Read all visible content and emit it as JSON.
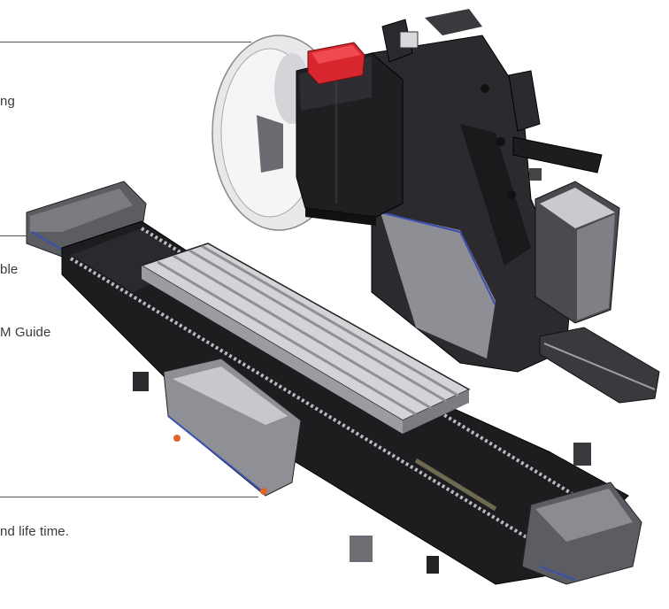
{
  "callouts": {
    "c1": "ng",
    "c2": "ble",
    "c3": "M Guide",
    "c4": "nd life time."
  },
  "colors": {
    "dark": "#1c1c1e",
    "steel": "#3d3d42",
    "grey": "#8d8f94",
    "light": "#d8d9dc",
    "spindle_cap": "#d7262e",
    "accent_blue": "#3b4fb0",
    "orange": "#e0632a"
  }
}
